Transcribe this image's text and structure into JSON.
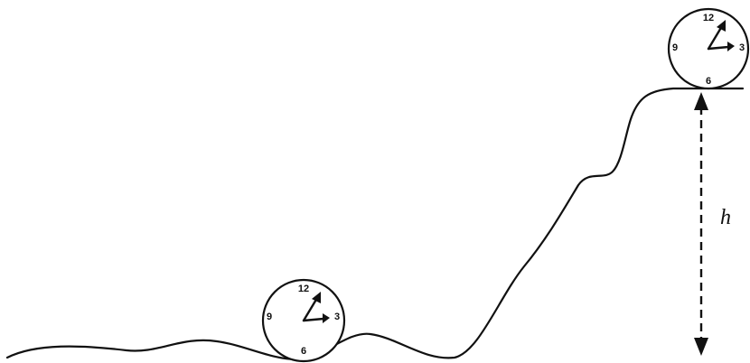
{
  "clocks": {
    "low": {
      "num_12": "12",
      "num_3": "3",
      "num_6": "6",
      "num_9": "9"
    },
    "high": {
      "num_12": "12",
      "num_3": "3",
      "num_6": "6",
      "num_9": "9"
    }
  },
  "height_label": "h",
  "colors": {
    "ink": "#111111",
    "background": "#ffffff"
  }
}
